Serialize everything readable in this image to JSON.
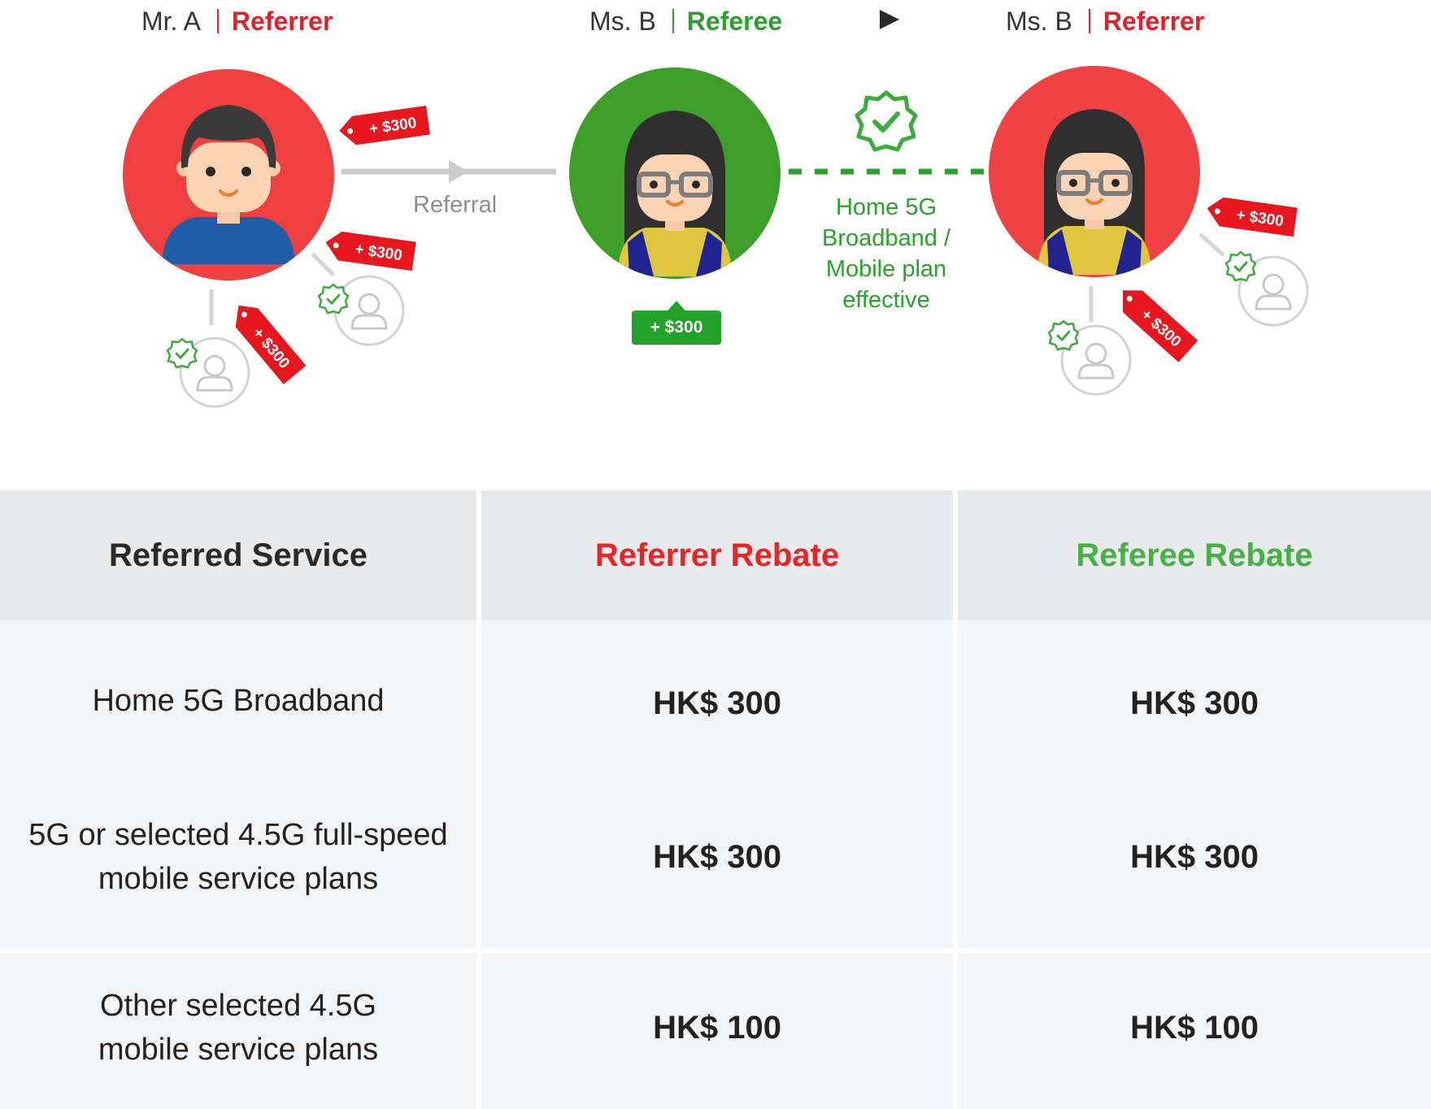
{
  "colors": {
    "referrer_red": "#ef3f3f",
    "referee_green": "#3d9e29",
    "tag_red": "#e8171f",
    "badge_green": "#22a228",
    "accent_green": "#2aa32a",
    "header_bg": "#e9eaec",
    "row_bg": "#f4f5f7"
  },
  "diagram": {
    "left": {
      "name": "Mr. A",
      "role": "Referrer"
    },
    "middle": {
      "name": "Ms. B",
      "role": "Referee"
    },
    "right": {
      "name": "Ms. B",
      "role": "Referrer"
    },
    "referral_caption": "Referral",
    "effective_caption_lines": [
      "Home 5G",
      "Broadband /",
      "Mobile plan",
      "effective"
    ],
    "tag_text": "+ $300",
    "referee_bonus": "+ $300",
    "icons": [
      "play-arrow-icon",
      "check-badge-icon",
      "user-icon",
      "check-seal-icon",
      "price-tag-icon"
    ]
  },
  "table": {
    "headers": [
      "Referred Service",
      "Referrer Rebate",
      "Referee Rebate"
    ],
    "rows": [
      {
        "service_lines": [
          "Home 5G Broadband"
        ],
        "referrer": "HK$ 300",
        "referee": "HK$ 300"
      },
      {
        "service_lines": [
          "5G or selected 4.5G full-speed",
          "mobile service plans"
        ],
        "referrer": "HK$ 300",
        "referee": "HK$ 300"
      },
      {
        "service_lines": [
          "Other selected 4.5G",
          "mobile service plans"
        ],
        "referrer": "HK$ 100",
        "referee": "HK$ 100"
      }
    ]
  }
}
